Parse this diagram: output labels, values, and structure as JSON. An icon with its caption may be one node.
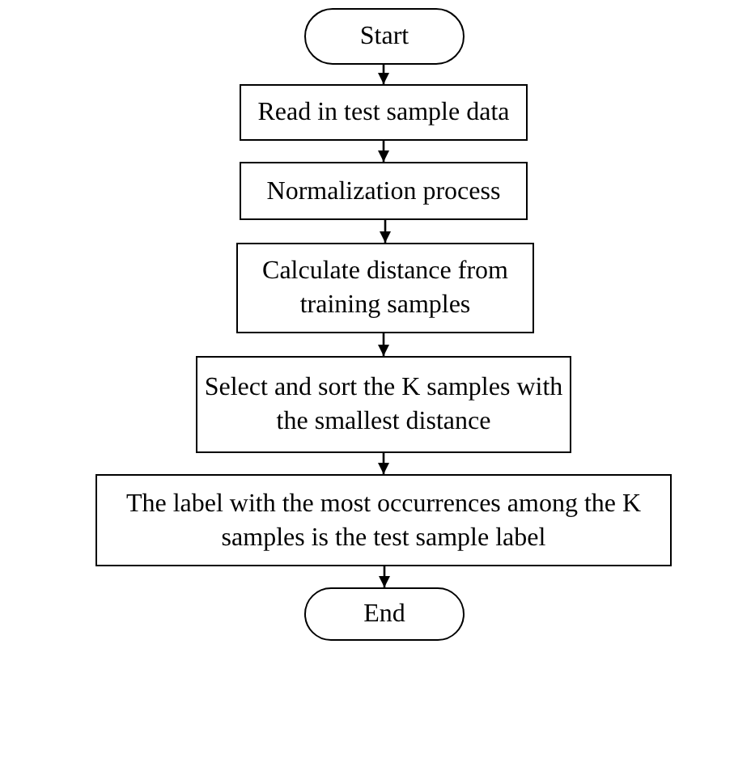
{
  "diagram": {
    "nodes": [
      {
        "text": [
          "Start"
        ]
      },
      {
        "text": [
          "Read in test sample data"
        ]
      },
      {
        "text": [
          "Normalization process"
        ]
      },
      {
        "text": [
          "Calculate distance from training samples"
        ]
      },
      {
        "text": [
          "Select and sort the K samples with the smallest distance"
        ]
      },
      {
        "text": [
          "The label with the most occurrences among the K samples is the test sample label"
        ]
      },
      {
        "text": [
          "End"
        ]
      }
    ],
    "edges": [
      {
        "from": 0,
        "to": 1,
        "arrow": "to"
      },
      {
        "from": 1,
        "to": 2,
        "arrow": "to"
      },
      {
        "from": 2,
        "to": 3,
        "arrow": "to"
      },
      {
        "from": 3,
        "to": 4,
        "arrow": "to"
      },
      {
        "from": 4,
        "to": 5,
        "arrow": "to"
      },
      {
        "from": 5,
        "to": 6,
        "arrow": "to"
      }
    ]
  }
}
